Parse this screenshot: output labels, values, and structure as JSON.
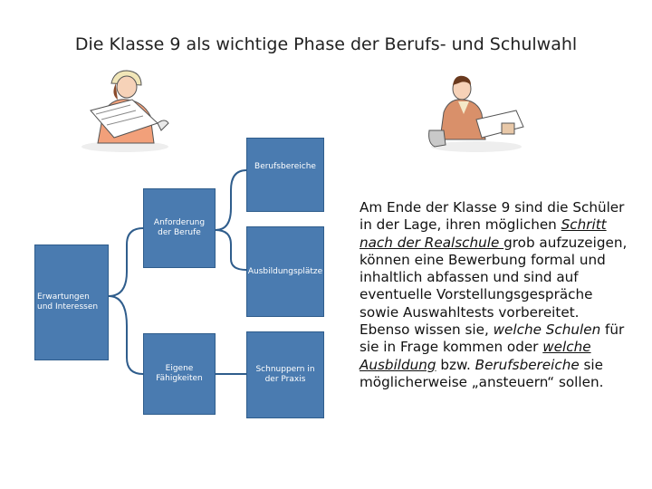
{
  "title": "Die Klasse 9 als wichtige Phase der Berufs- und Schulwahl",
  "diagram": {
    "nodes": {
      "berufsbereiche": "Berufsbereiche",
      "anforderung": "Anforderung der Berufe",
      "ausbildungsplaetze": "Ausbildungsplätze",
      "erwartungen": "Erwartungen und Interessen",
      "faehigkeiten": "Eigene Fähigkeiten",
      "schnuppern": "Schnuppern in der Praxis"
    },
    "colors": {
      "box": "#4a7bb0",
      "box_border": "#2f5d8c",
      "connector": "#2f5d8c"
    }
  },
  "illustrations": [
    "woman-with-blueprints-clipart",
    "man-at-desk-clipart"
  ],
  "side_text": {
    "t1": "Am Ende der Klasse 9 sind die Schüler in der Lage, ihren möglichen ",
    "t2": "Schritt nach der Realschule ",
    "t3": "grob aufzuzeigen, können eine Bewerbung formal und inhaltlich abfassen und sind auf eventuelle Vorstellungsgespräche sowie Auswahltests vorbereitet. Ebenso wissen sie, ",
    "t4": "welche Schulen",
    "t5": " für sie in Frage kommen oder ",
    "t6": "welche Ausbildung",
    "t7": " bzw. ",
    "t8": "Berufsbereiche",
    "t9": " sie möglicherweise „ansteuern“ sollen."
  }
}
